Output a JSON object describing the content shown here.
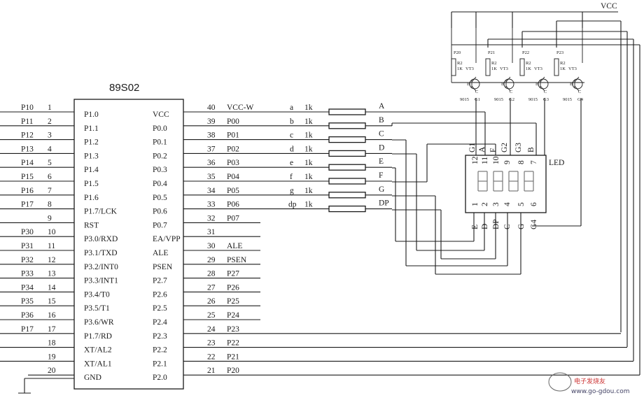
{
  "chip": {
    "name": "89S02",
    "left_pins": [
      {
        "net": "P10",
        "num": "1",
        "label": "P1.0"
      },
      {
        "net": "P11",
        "num": "2",
        "label": "P1.1"
      },
      {
        "net": "P12",
        "num": "3",
        "label": "P1.2"
      },
      {
        "net": "P13",
        "num": "4",
        "label": "P1.3"
      },
      {
        "net": "P14",
        "num": "5",
        "label": "P1.4"
      },
      {
        "net": "P15",
        "num": "6",
        "label": "P1.5"
      },
      {
        "net": "P16",
        "num": "7",
        "label": "P1.6"
      },
      {
        "net": "P17",
        "num": "8",
        "label": "P1.7/LCK"
      },
      {
        "net": "",
        "num": "9",
        "label": "RST"
      },
      {
        "net": "P30",
        "num": "10",
        "label": "P3.0/RXD"
      },
      {
        "net": "P31",
        "num": "11",
        "label": "P3.1/TXD"
      },
      {
        "net": "P32",
        "num": "12",
        "label": "P3.2/INT0"
      },
      {
        "net": "P33",
        "num": "13",
        "label": "P3.3/INT1"
      },
      {
        "net": "P34",
        "num": "14",
        "label": "P3.4/T0"
      },
      {
        "net": "P35",
        "num": "15",
        "label": "P3.5/T1"
      },
      {
        "net": "P36",
        "num": "16",
        "label": "P3.6/WR"
      },
      {
        "net": "P17",
        "num": "17",
        "label": "P1.7/RD"
      },
      {
        "net": "",
        "num": "18",
        "label": "XT/AL2"
      },
      {
        "net": "",
        "num": "19",
        "label": "XT/AL1"
      },
      {
        "net": "",
        "num": "20",
        "label": "GND"
      }
    ],
    "right_pins": [
      {
        "label": "VCC",
        "num": "40",
        "net": "VCC-W"
      },
      {
        "label": "P0.0",
        "num": "39",
        "net": "P00"
      },
      {
        "label": "P0.1",
        "num": "38",
        "net": "P01"
      },
      {
        "label": "P0.2",
        "num": "37",
        "net": "P02"
      },
      {
        "label": "P0.3",
        "num": "36",
        "net": "P03"
      },
      {
        "label": "P0.4",
        "num": "35",
        "net": "P04"
      },
      {
        "label": "P0.5",
        "num": "34",
        "net": "P05"
      },
      {
        "label": "P0.6",
        "num": "33",
        "net": "P06"
      },
      {
        "label": "P0.7",
        "num": "32",
        "net": "P07"
      },
      {
        "label": "EA/VPP",
        "num": "31",
        "net": ""
      },
      {
        "label": "ALE",
        "num": "30",
        "net": "ALE"
      },
      {
        "label": "PSEN",
        "num": "29",
        "net": "PSEN"
      },
      {
        "label": "P2.7",
        "num": "28",
        "net": "P27"
      },
      {
        "label": "P2.6",
        "num": "27",
        "net": "P26"
      },
      {
        "label": "P2.5",
        "num": "26",
        "net": "P25"
      },
      {
        "label": "P2.4",
        "num": "25",
        "net": "P24"
      },
      {
        "label": "P2.3",
        "num": "24",
        "net": "P23"
      },
      {
        "label": "P2.2",
        "num": "23",
        "net": "P22"
      },
      {
        "label": "P2.1",
        "num": "22",
        "net": "P21"
      },
      {
        "label": "P2.0",
        "num": "21",
        "net": "P20"
      }
    ]
  },
  "resistors": [
    {
      "seg": "a",
      "value": "1k",
      "out": "A"
    },
    {
      "seg": "b",
      "value": "1k",
      "out": "B"
    },
    {
      "seg": "c",
      "value": "1k",
      "out": "C"
    },
    {
      "seg": "d",
      "value": "1k",
      "out": "D"
    },
    {
      "seg": "e",
      "value": "1k",
      "out": "E"
    },
    {
      "seg": "f",
      "value": "1k",
      "out": "F"
    },
    {
      "seg": "g",
      "value": "1k",
      "out": "G"
    },
    {
      "seg": "dp",
      "value": "1k",
      "out": "DP"
    }
  ],
  "vcc_label": "VCC",
  "drivers": [
    {
      "net": "P20",
      "r1": "R2",
      "r2": "1K",
      "vt": "VT3",
      "part": "9015",
      "g": "G1"
    },
    {
      "net": "P21",
      "r1": "R2",
      "r2": "1K",
      "vt": "VT3",
      "part": "9015",
      "g": "G2"
    },
    {
      "net": "P22",
      "r1": "R2",
      "r2": "1K",
      "vt": "VT3",
      "part": "9015",
      "g": "G3"
    },
    {
      "net": "P23",
      "r1": "R2",
      "r2": "1K",
      "vt": "VT3",
      "part": "9015",
      "g": "G4"
    }
  ],
  "driver_pin_b": "B",
  "driver_pin_c": "C",
  "led": {
    "label": "LED",
    "top_nums": [
      "12",
      "11",
      "10",
      "9",
      "8",
      "7"
    ],
    "top_sigs": [
      "G1",
      "A",
      "F",
      "G2",
      "G3",
      "B"
    ],
    "bottom_nums": [
      "1",
      "2",
      "3",
      "4",
      "5",
      "6"
    ],
    "bottom_sigs": [
      "E",
      "D",
      "DP",
      "C",
      "G",
      "G4"
    ]
  },
  "watermark": {
    "line1": "电子发烧友",
    "line2": "www.go-gdou.com"
  }
}
